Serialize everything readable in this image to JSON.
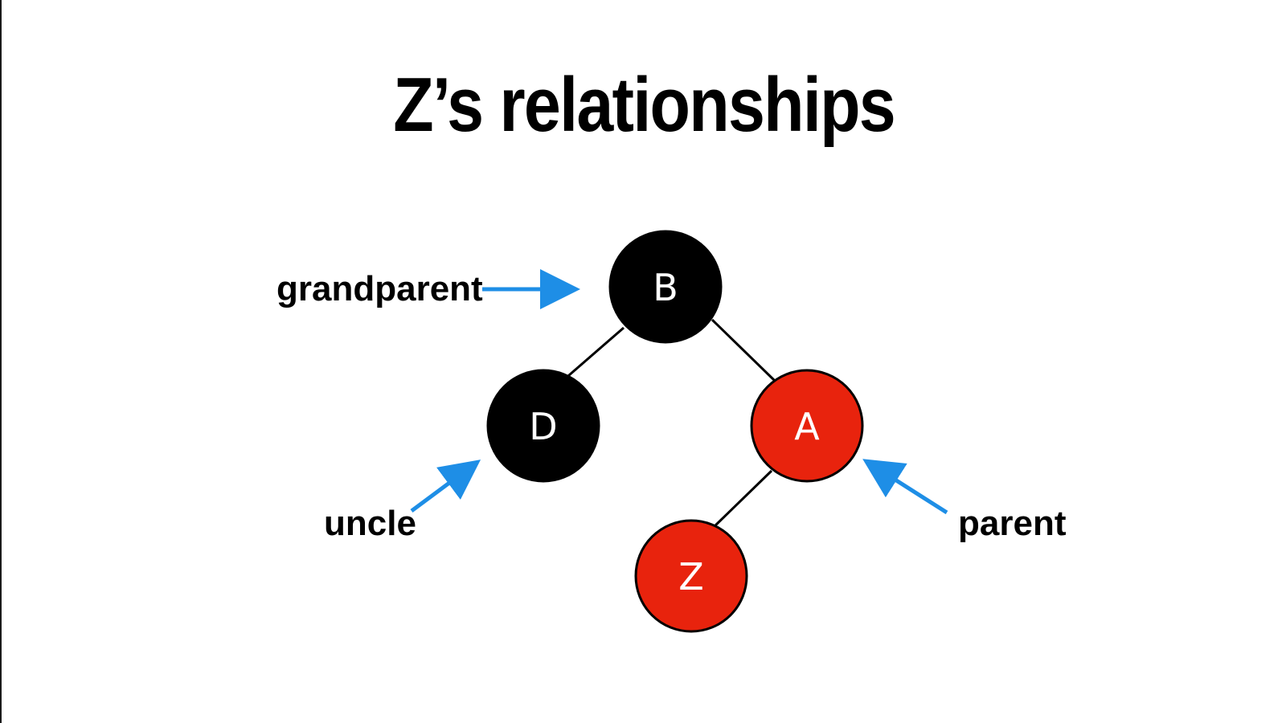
{
  "title": "Z’s relationships",
  "colors": {
    "black_node": "#000000",
    "red_node": "#e8230d",
    "edge": "#000000",
    "arrow": "#1e8ee6",
    "background": "#ffffff"
  },
  "nodes": {
    "b": {
      "label": "B",
      "color": "black"
    },
    "d": {
      "label": "D",
      "color": "black"
    },
    "a": {
      "label": "A",
      "color": "red"
    },
    "z": {
      "label": "Z",
      "color": "red"
    }
  },
  "edges": [
    {
      "from": "B",
      "to": "D"
    },
    {
      "from": "B",
      "to": "A"
    },
    {
      "from": "A",
      "to": "Z"
    }
  ],
  "annotations": {
    "grandparent": {
      "label": "grandparent",
      "points_to": "B"
    },
    "uncle": {
      "label": "uncle",
      "points_to": "D"
    },
    "parent": {
      "label": "parent",
      "points_to": "A"
    }
  }
}
